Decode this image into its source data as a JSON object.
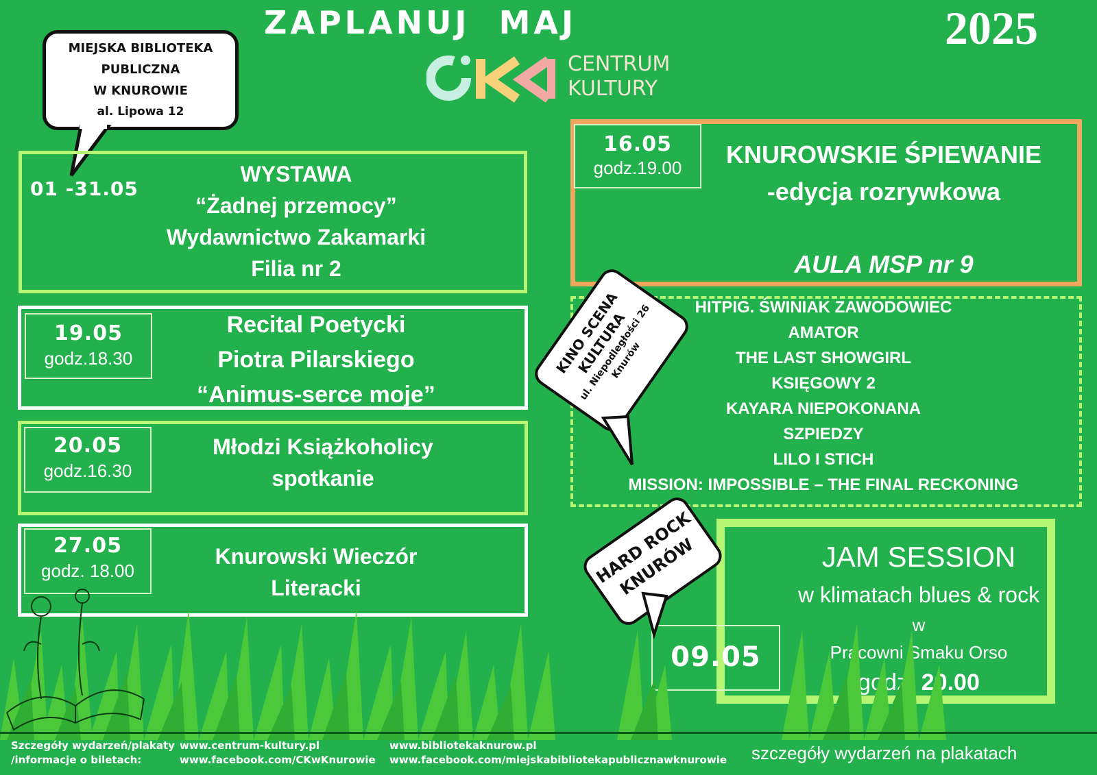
{
  "header": {
    "title": "ZAPLANUJ  MAJ",
    "year": "2025",
    "logo_text_line1": "CENTRUM",
    "logo_text_line2": "KULTURY"
  },
  "library_bubble": {
    "line1": "MIEJSKA BIBLIOTEKA",
    "line2": "PUBLICZNA",
    "line3": "W KNUROWIE",
    "line4": "al. Lipowa 12"
  },
  "events_left": [
    {
      "date": "01 -31.05",
      "lines": [
        "WYSTAWA",
        "“Żadnej przemocy”",
        "Wydawnictwo Zakamarki",
        "Filia nr 2"
      ]
    },
    {
      "date": "19.05",
      "time": "godz.18.30",
      "lines": [
        "Recital Poetycki",
        "Piotra Pilarskiego",
        "“Animus-serce moje”"
      ]
    },
    {
      "date": "20.05",
      "time": "godz.16.30",
      "lines": [
        "Młodzi Książkoholicy",
        "spotkanie"
      ]
    },
    {
      "date": "27.05",
      "time": "godz. 18.00",
      "lines": [
        "Knurowski Wieczór",
        "Literacki"
      ]
    }
  ],
  "singing_event": {
    "date": "16.05",
    "time": "godz.19.00",
    "title": "KNUROWSKIE ŚPIEWANIE",
    "subtitle": "-edycja rozrywkowa",
    "place": "AULA MSP nr 9"
  },
  "cinema": {
    "sign_line1": "KINO SCENA",
    "sign_line2": "KULTURA",
    "sign_line3": "ul. Niepodległości 26",
    "sign_line4": "Knurów",
    "films": [
      "HITPIG. ŚWINIAK ZAWODOWIEC",
      "AMATOR",
      "THE LAST SHOWGIRL",
      "KSIĘGOWY 2",
      "KAYARA NIEPOKONANA",
      "SZPIEDZY",
      "LILO I STICH",
      "MISSION: IMPOSSIBLE – THE FINAL RECKONING"
    ]
  },
  "jam": {
    "sign_line1": "HARD ROCK",
    "sign_line2": "KNURÓW",
    "title": "JAM SESSION",
    "subtitle": "w klimatach blues & rock",
    "w": "w",
    "place": "Pracowni Smaku Orso",
    "time_prefix": "godz.",
    "time_value": "20.00",
    "date": "09.05"
  },
  "footer": {
    "label_line1": "Szczegóły wydarzeń/plakaty",
    "label_line2": "/informacje o biletach:",
    "ck_site": "www.centrum-kultury.pl",
    "ck_fb": "www.facebook.com/CKwKnurowie",
    "lib_site": "www.bibliotekaknurow.pl",
    "lib_fb": "www.facebook.com/miejskabibliotekapublicznawknurowie",
    "note": "szczegóły wydarzeń na plakatach"
  },
  "colors": {
    "background": "#22b14c",
    "lime": "#b7f575",
    "orange": "#f0a860"
  }
}
